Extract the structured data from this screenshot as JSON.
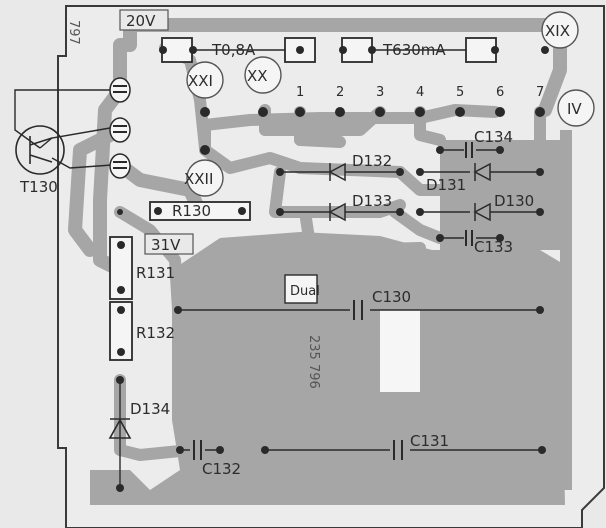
{
  "board": {
    "corner_mark": "797",
    "supply_20v": "20V",
    "supply_31v": "31V",
    "logo_text": "Dual",
    "part_number": "235 796",
    "fuses": {
      "f1": "T0,8A",
      "f2": "T630mA"
    },
    "roman_pads": {
      "xix": "XIX",
      "xx": "XX",
      "xxi": "XXI",
      "xxii": "XXII",
      "iv": "IV"
    },
    "pin_numbers": [
      "1",
      "2",
      "3",
      "4",
      "5",
      "6",
      "7"
    ],
    "components": {
      "t130": "T130",
      "r130": "R130",
      "r131": "R131",
      "r132": "R132",
      "d130": "D130",
      "d131": "D131",
      "d132": "D132",
      "d133": "D133",
      "d134": "D134",
      "c130": "C130",
      "c131": "C131",
      "c132": "C132",
      "c133": "C133",
      "c134": "C134"
    },
    "colors": {
      "background": "#e9e9e9",
      "copper": "#a6a6a6",
      "outline": "#3a3a3a",
      "pad": "#2a2a2a"
    }
  }
}
